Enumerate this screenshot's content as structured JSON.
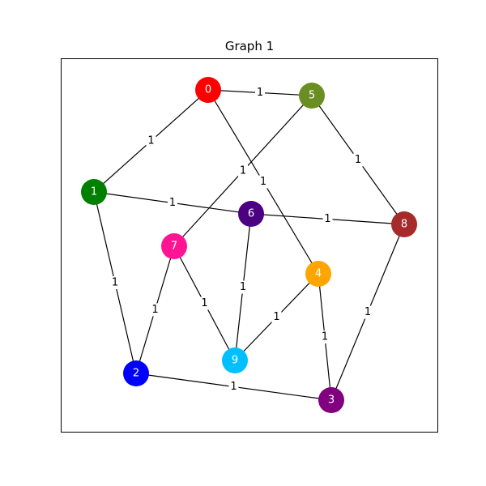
{
  "title": "Graph 1",
  "nodes": [
    {
      "id": "0",
      "label": "0",
      "color": "#ff0000"
    },
    {
      "id": "1",
      "label": "1",
      "color": "#008000"
    },
    {
      "id": "2",
      "label": "2",
      "color": "#0000ff"
    },
    {
      "id": "3",
      "label": "3",
      "color": "#800080"
    },
    {
      "id": "4",
      "label": "4",
      "color": "#ffa500"
    },
    {
      "id": "5",
      "label": "5",
      "color": "#6b8e23"
    },
    {
      "id": "6",
      "label": "6",
      "color": "#4b0082"
    },
    {
      "id": "7",
      "label": "7",
      "color": "#ff1493"
    },
    {
      "id": "8",
      "label": "8",
      "color": "#a52a2a"
    },
    {
      "id": "9",
      "label": "9",
      "color": "#00bfff"
    }
  ],
  "edges": [
    {
      "source": "0",
      "target": "5",
      "weight": "1"
    },
    {
      "source": "0",
      "target": "1",
      "weight": "1"
    },
    {
      "source": "0",
      "target": "4",
      "weight": "1"
    },
    {
      "source": "5",
      "target": "8",
      "weight": "1"
    },
    {
      "source": "5",
      "target": "7",
      "weight": "1"
    },
    {
      "source": "1",
      "target": "6",
      "weight": "1"
    },
    {
      "source": "1",
      "target": "2",
      "weight": "1"
    },
    {
      "source": "6",
      "target": "8",
      "weight": "1"
    },
    {
      "source": "6",
      "target": "9",
      "weight": "1"
    },
    {
      "source": "7",
      "target": "2",
      "weight": "1"
    },
    {
      "source": "7",
      "target": "9",
      "weight": "1"
    },
    {
      "source": "4",
      "target": "9",
      "weight": "1"
    },
    {
      "source": "4",
      "target": "3",
      "weight": "1"
    },
    {
      "source": "8",
      "target": "3",
      "weight": "1"
    },
    {
      "source": "2",
      "target": "3",
      "weight": "1"
    }
  ]
}
